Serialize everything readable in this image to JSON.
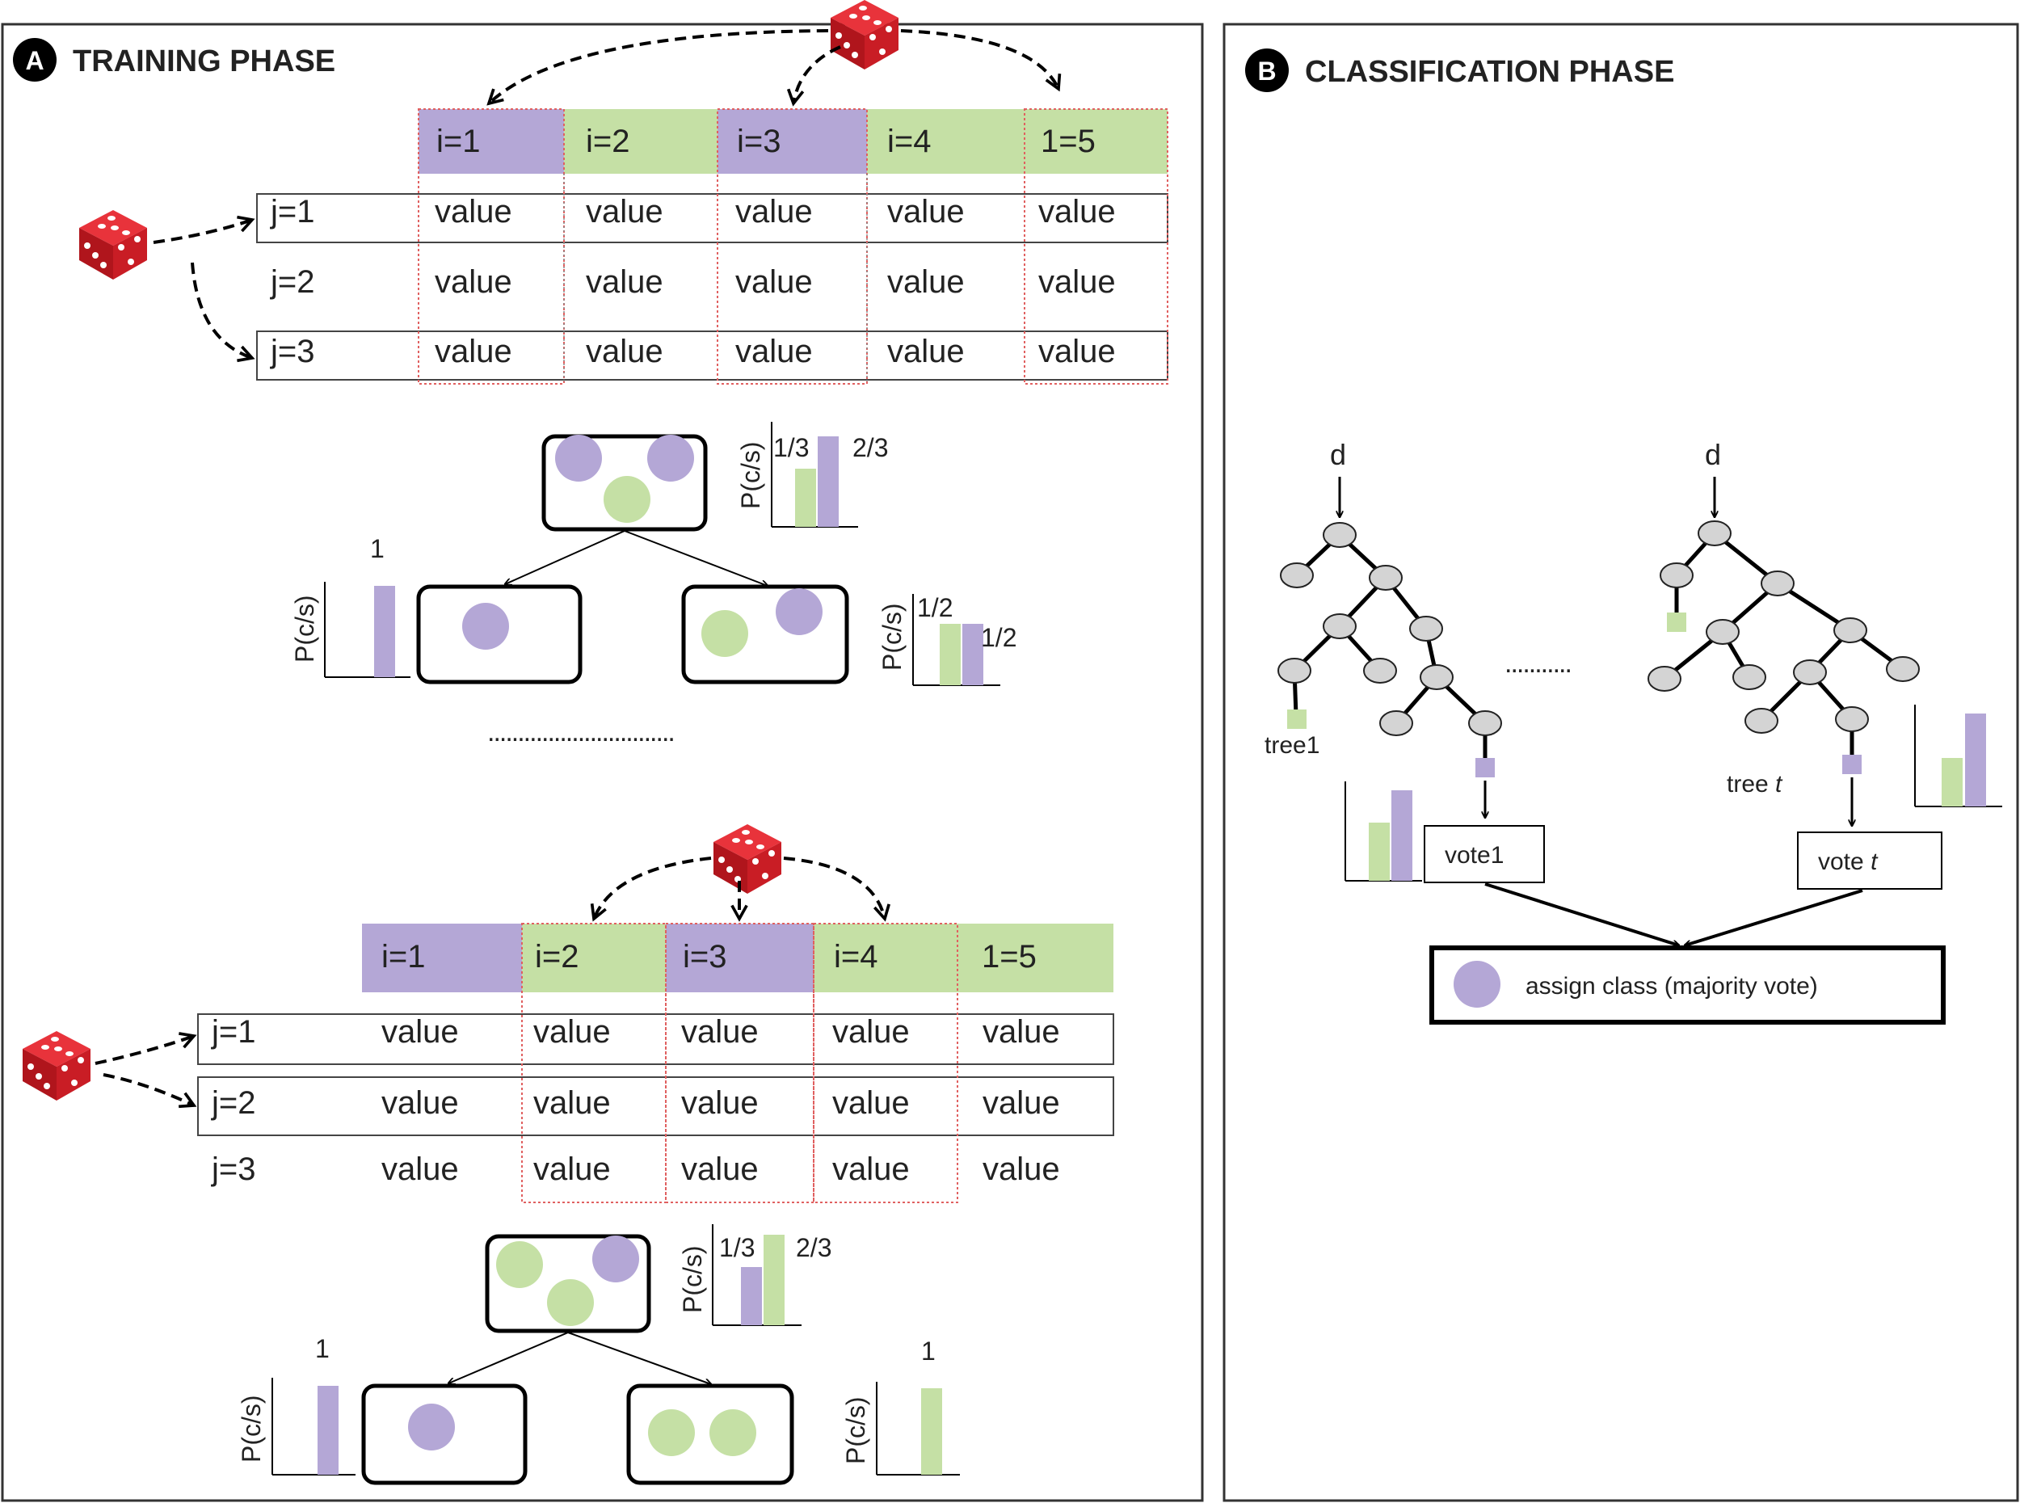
{
  "panels": {
    "training": {
      "badge": "A",
      "title": "TRAINING PHASE"
    },
    "classification": {
      "badge": "B",
      "title": "CLASSIFICATION PHASE"
    }
  },
  "training": {
    "table_top": {
      "col_headers": [
        "i=1",
        "i=2",
        "i=3",
        "i=4",
        "1=5"
      ],
      "row_labels": [
        "j=1",
        "j=2",
        "j=3"
      ],
      "cell_value": "value"
    },
    "node_top": {
      "frac_a": "1/3",
      "frac_b": "2/3",
      "ylabel": "P(c/s)"
    },
    "leaf_left_top": {
      "frac": "1",
      "ylabel": "P(c/s)"
    },
    "leaf_right_top": {
      "frac_a": "1/2",
      "frac_b": "1/2",
      "ylabel": "P(c/s)"
    },
    "separator": "...............................",
    "table_bottom": {
      "col_headers": [
        "i=1",
        "i=2",
        "i=3",
        "i=4",
        "1=5"
      ],
      "row_labels": [
        "j=1",
        "j=2",
        "j=3"
      ],
      "cell_value": "value"
    },
    "node_bottom": {
      "frac_a": "1/3",
      "frac_b": "2/3",
      "ylabel": "P(c/s)"
    },
    "leaf_left_bottom": {
      "frac": "1",
      "ylabel": "P(c/s)"
    },
    "leaf_right_bottom": {
      "frac": "1",
      "ylabel": "P(c/s)"
    }
  },
  "classification": {
    "input_label": "d",
    "tree1_label": "tree1",
    "tree_t_label": "tree",
    "tree_t_var": "t",
    "vote1_label": "vote1",
    "vote_t_label": "vote",
    "vote_t_var": "t",
    "separator": "...........",
    "assign_label": "assign class (majority vote)"
  },
  "colors": {
    "purple": "#B4A7D6",
    "green": "#C5E0A5",
    "die_red": "#D0222A",
    "node_grey": "#D4D4D4"
  }
}
